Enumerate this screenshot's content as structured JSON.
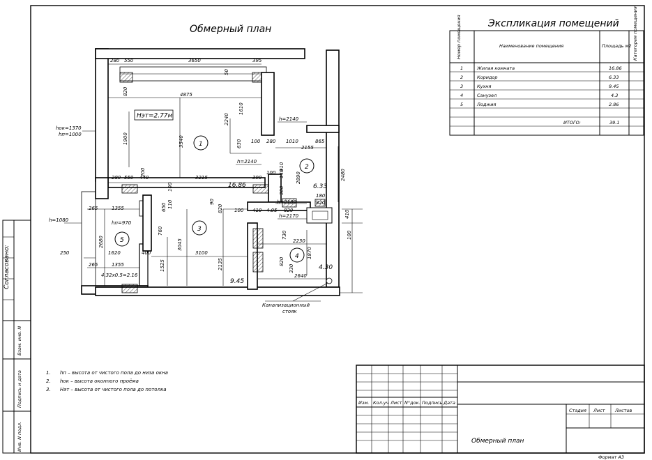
{
  "plan": {
    "title": "Обмерный план",
    "height_label": "Hэт=2.77м",
    "rooms": [
      {
        "num": "1",
        "area": "16.86"
      },
      {
        "num": "2",
        "area": "6.33"
      },
      {
        "num": "3",
        "area": "9.45"
      },
      {
        "num": "4",
        "area": "4.30"
      },
      {
        "num": "5",
        "area": "4.32x0.5=2.16"
      }
    ],
    "dims": {
      "d280a": "280",
      "d550a": "550",
      "d3650": "3650",
      "d395": "395",
      "d50": "50",
      "d820a": "820",
      "d4875": "4875",
      "d2240": "2240",
      "d1610": "1610",
      "d3540": "3540",
      "d1900": "1900",
      "d630": "630",
      "d100a": "100",
      "d280b": "280",
      "d1010": "1010",
      "d865": "865",
      "d2155": "2155",
      "d2480": "2480",
      "d280c": "280",
      "d550b": "550",
      "d440": "440",
      "d200": "200",
      "d3215": "3215",
      "d390": "390",
      "d100b": "100",
      "d140": "140",
      "d910": "910",
      "d2890": "2890",
      "d300": "300",
      "d100c": "100",
      "d180": "180",
      "d820b": "820",
      "d410a": "410",
      "d265a": "265",
      "d1355a": "1355",
      "d650": "650",
      "d110": "110",
      "d90": "90",
      "d820c": "820",
      "d100d": "100",
      "d410b": "410",
      "d405": "4.05",
      "d820d": "820",
      "d100e": "100",
      "d2680": "2680",
      "d760": "760",
      "d3045": "3045",
      "d730": "730",
      "d2230": "2230",
      "d1870": "1870",
      "d250": "250",
      "d1620": "1620",
      "d400": "400",
      "d3100": "3100",
      "d820e": "820",
      "d330": "330",
      "d265b": "265",
      "d1355b": "1355",
      "d1525": "1525",
      "d2135": "2135",
      "d2640": "2640",
      "d410c": "410"
    },
    "levels": {
      "hok": "hок=1370",
      "hn": "hп=1000",
      "h2140a": "h=2140",
      "h2140b": "h=2140",
      "h2180": "h=2180",
      "h2170": "h=2170",
      "h1080": "h=1080",
      "hn970": "hп=970"
    },
    "area_labels": {
      "a1": "16.86",
      "a2": "6.33",
      "a3": "9.45",
      "a4": "4.30"
    },
    "riser_label_1": "Канализационный",
    "riser_label_2": "стояк"
  },
  "notes": [
    {
      "n": "1.",
      "text": "hп – высота от чистого пола до низа окна"
    },
    {
      "n": "2.",
      "text": "hок – высота оконного проёма"
    },
    {
      "n": "3.",
      "text": "Hэт – высота от чистого пола до потолка"
    }
  ],
  "explication": {
    "title": "Экспликация помещений",
    "headers": {
      "num": "Номер помещения",
      "name": "Наименование помещения",
      "area": "Площадь м2",
      "cat": "Категория помещения"
    },
    "rows": [
      {
        "num": "1",
        "name": "Жилая комната",
        "area": "16.86"
      },
      {
        "num": "2",
        "name": "Коридор",
        "area": "6.33"
      },
      {
        "num": "3",
        "name": "Кухня",
        "area": "9.45"
      },
      {
        "num": "4",
        "name": "Санузел",
        "area": "4.3"
      },
      {
        "num": "5",
        "name": "Лоджия",
        "area": "2.86"
      }
    ],
    "total_label": "ИТОГО:",
    "total_value": "39.1"
  },
  "side_stamp": {
    "agreed": "Согласовано:",
    "vzam": "Взам. инв. N",
    "podp": "Подпись и дата",
    "inv": "Инв. N подл."
  },
  "title_block": {
    "cols": [
      "Изм.",
      "Кол.уч",
      "Лист",
      "N°док.",
      "Подпись",
      "Дата"
    ],
    "stage": "Стадия",
    "sheet": "Лист",
    "sheets": "Листов",
    "drawing_name": "Обмерный план",
    "format": "Формат А3"
  }
}
